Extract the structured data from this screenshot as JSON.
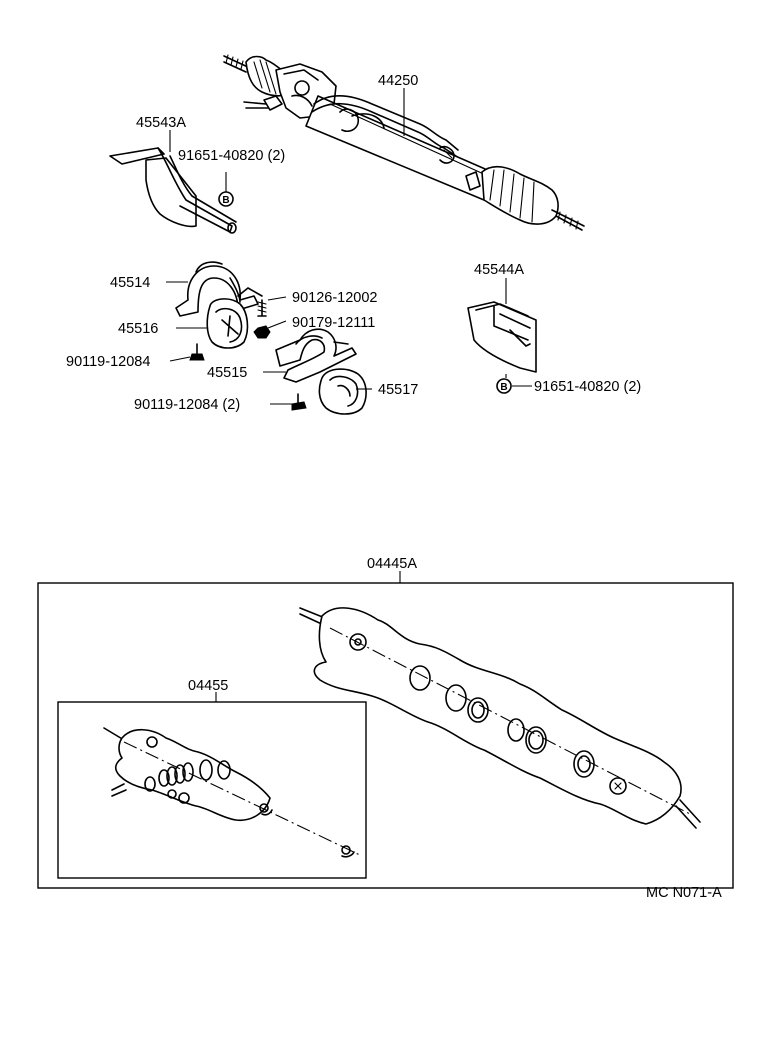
{
  "parts": {
    "rack_assembly": "44250",
    "bracket_left": "45543A",
    "bracket_left_bolt": "91651-40820 (2)",
    "bracket_left_callout": "B",
    "bracket_upper": "45514",
    "bolt_upper": "90126-12002",
    "bushing_left": "45516",
    "nut": "90179-12111",
    "bolt_small": "90119-12084",
    "bracket_lower": "45515",
    "bushing_right": "45517",
    "bolt_lower": "90119-12084 (2)",
    "bracket_right": "45544A",
    "bracket_right_callout": "B",
    "bracket_right_bolt": "91651-40820 (2)",
    "gasket_kit": "04445A",
    "seal_kit": "04455"
  },
  "footer": {
    "diagram_code": "MC N071-A"
  }
}
